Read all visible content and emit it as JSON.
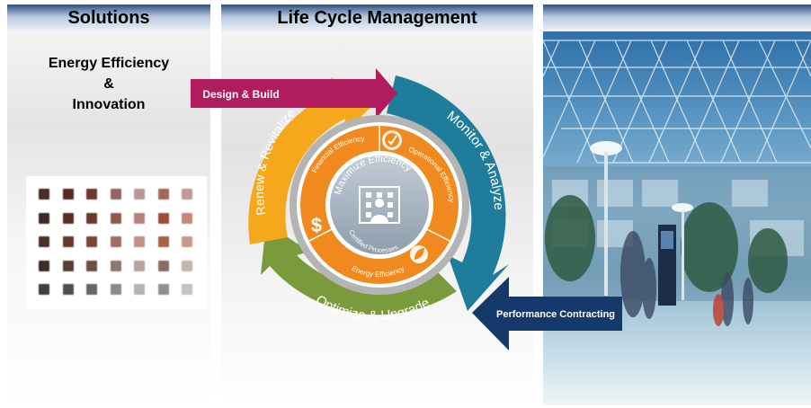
{
  "panels": {
    "left": {
      "title": "Solutions",
      "subtitle_lines": [
        "Energy Efficiency",
        "&",
        "Innovation"
      ]
    },
    "middle": {
      "title": "Life Cycle Management"
    },
    "right": {
      "title": ""
    }
  },
  "cycle": {
    "outer_stages": [
      "Design & Build",
      "Monitor & Analyze",
      "Optimize & Upgrade",
      "Renew & Revitalize"
    ],
    "inner_stages": [
      "Financial Efficiency",
      "Operational Efficiency",
      "Energy Efficiency"
    ],
    "center_title": "Maximize Efficiency",
    "center_subtitle": "Certified Processes",
    "inner_icons": [
      "checkmark-icon",
      "dollar-icon",
      "leaf-icon",
      "building-person-icon"
    ]
  },
  "arrows": {
    "design_build": "Design & Build",
    "performance_contracting": "Performance Contracting"
  },
  "colors": {
    "header_blue": "#2b4f86",
    "design_build": "#b01c5e",
    "monitor_analyze": "#1f7c9b",
    "optimize_upgrade": "#7b9a3b",
    "renew_revitalize": "#f5a81c",
    "inner_orange": "#f08a1e",
    "core_gray": "#a8b4c2",
    "performance_contracting": "#15396b"
  },
  "swatch_colors": [
    [
      "#4a2f27",
      "#5a2a22",
      "#6e3a2e",
      "#8f6561",
      "#b89895",
      "#a96653",
      "#c29a91"
    ],
    [
      "#3e2a26",
      "#5b2c22",
      "#6b3a2e",
      "#8b5c4e",
      "#b48478",
      "#9a4e38",
      "#c08a78"
    ],
    [
      "#4c3129",
      "#66372a",
      "#7a4634",
      "#9d6e62",
      "#c29185",
      "#a66148",
      "#c79a88"
    ],
    [
      "#3c2d28",
      "#5a3f37",
      "#6b4f45",
      "#8d7771",
      "#b8a39f",
      "#8c6e67",
      "#c7b5ae"
    ],
    [
      "#3f3f43",
      "#4f4f53",
      "#66666b",
      "#8b8b8f",
      "#b3b3b7",
      "#8f8f95",
      "#c2c2c6"
    ]
  ]
}
